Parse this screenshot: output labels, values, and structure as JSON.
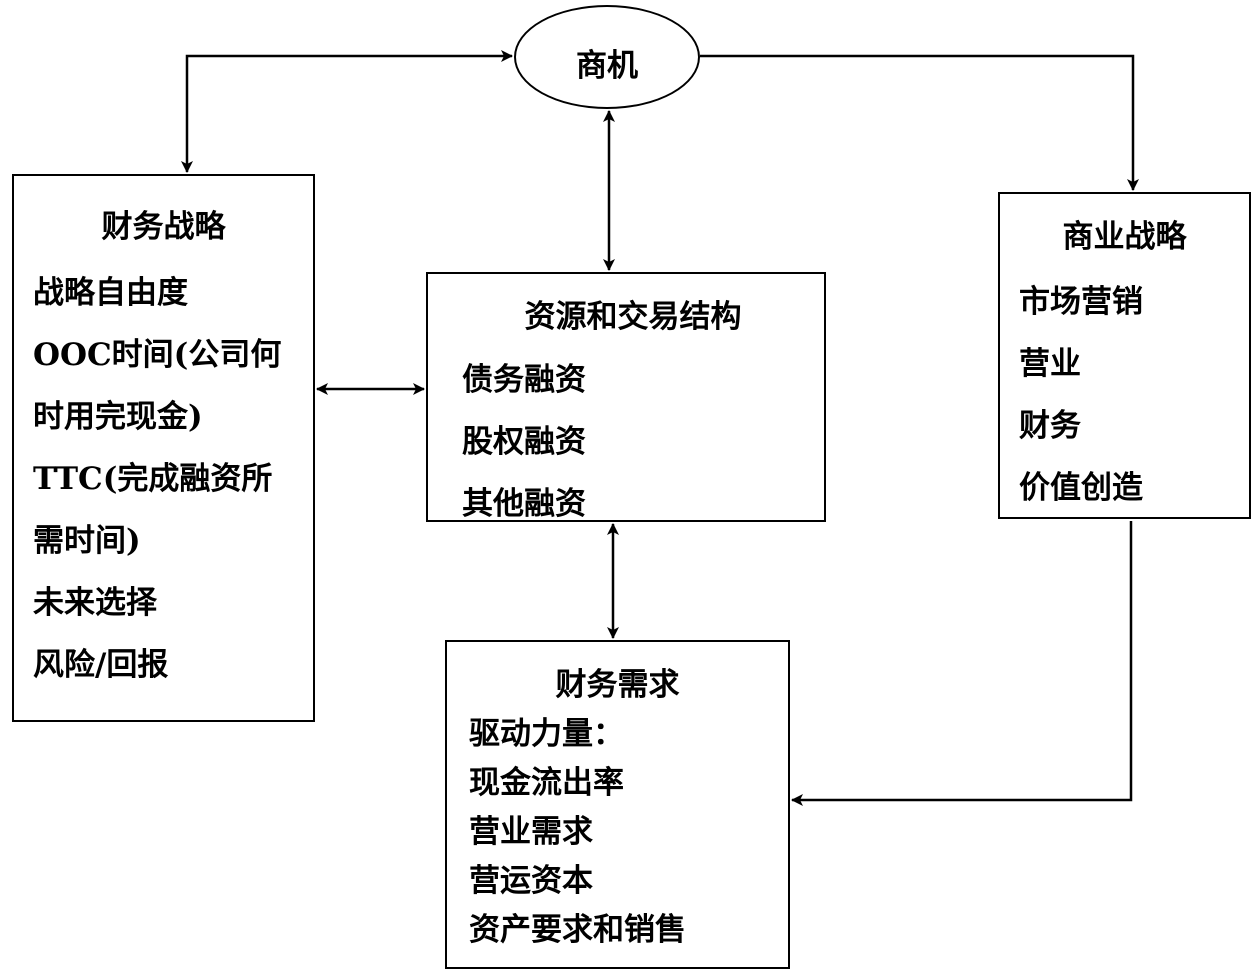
{
  "nodes": {
    "opportunity": {
      "label": "商机"
    },
    "financial_strategy": {
      "title": "财务战略",
      "lines": [
        "战略自由度",
        "OOC时间(公司何",
        "时用完现金)",
        "TTC(完成融资所",
        "需时间)",
        "未来选择",
        "风险/回报"
      ]
    },
    "resource_structure": {
      "title": "资源和交易结构",
      "lines": [
        "债务融资",
        "股权融资",
        "其他融资"
      ]
    },
    "business_strategy": {
      "title": "商业战略",
      "lines": [
        "市场营销",
        "营业",
        "财务",
        "价值创造"
      ]
    },
    "financial_needs": {
      "title": "财务需求",
      "lines": [
        "驱动力量：",
        "现金流出率",
        "营业需求",
        "营运资本",
        "资产要求和销售"
      ]
    }
  },
  "edges": [
    {
      "from": "opportunity",
      "to": "financial_strategy",
      "bidirectional": true
    },
    {
      "from": "opportunity",
      "to": "business_strategy",
      "bidirectional": false
    },
    {
      "from": "opportunity",
      "to": "resource_structure",
      "bidirectional": true
    },
    {
      "from": "financial_strategy",
      "to": "resource_structure",
      "bidirectional": true
    },
    {
      "from": "resource_structure",
      "to": "financial_needs",
      "bidirectional": true
    },
    {
      "from": "business_strategy",
      "to": "financial_needs",
      "bidirectional": false
    }
  ]
}
